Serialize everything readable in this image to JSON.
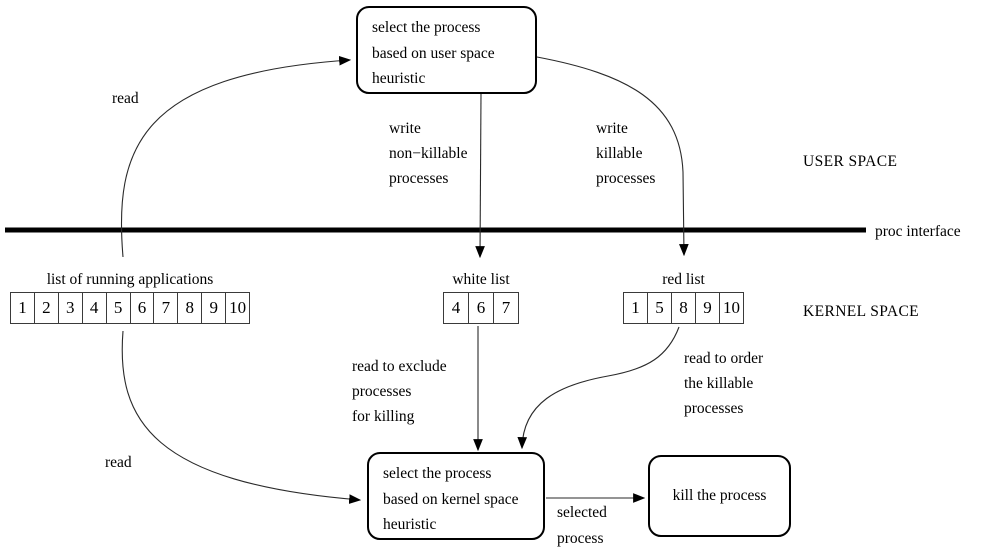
{
  "labels": {
    "read_top": "read",
    "read_bottom": "read",
    "write_non_killable": "write\nnon−killable\nprocesses",
    "write_killable": "write\nkillable\nprocesses",
    "user_space": "USER SPACE",
    "proc_interface": "proc interface",
    "kernel_space": "KERNEL SPACE",
    "read_exclude": "read to exclude\nprocesses\nfor killing",
    "read_order": "read to order\nthe killable\nprocesses",
    "selected_process": "selected\nprocess"
  },
  "boxes": {
    "user_heuristic": "select the process\nbased on user space\nheuristic",
    "kernel_heuristic": "select the process\nbased on kernel space\nheuristic",
    "kill": "kill the process"
  },
  "lists": {
    "running": {
      "title": "list of running applications",
      "cells": [
        "1",
        "2",
        "3",
        "4",
        "5",
        "6",
        "7",
        "8",
        "9",
        "10"
      ]
    },
    "white": {
      "title": "white list",
      "cells": [
        "4",
        "6",
        "7"
      ]
    },
    "red": {
      "title": "red list",
      "cells": [
        "1",
        "5",
        "8",
        "9",
        "10"
      ]
    }
  },
  "colors": {
    "line": "#000000",
    "background": "#ffffff"
  }
}
